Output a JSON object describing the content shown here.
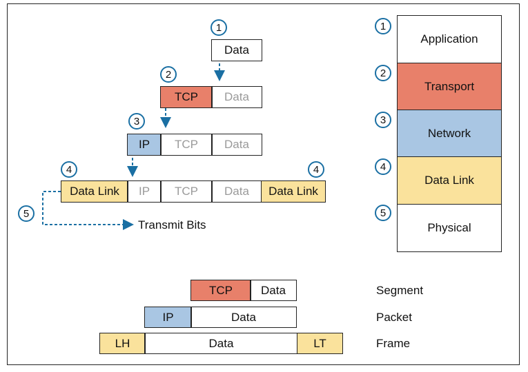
{
  "steps": [
    "1",
    "2",
    "3",
    "4",
    "4",
    "5"
  ],
  "row1": {
    "data": "Data"
  },
  "row2": {
    "tcp": "TCP",
    "data": "Data"
  },
  "row3": {
    "ip": "IP",
    "tcp": "TCP",
    "data": "Data"
  },
  "row4": {
    "dl_header": "Data Link",
    "ip": "IP",
    "tcp": "TCP",
    "data": "Data",
    "dl_trailer": "Data Link"
  },
  "transmit_label": "Transmit Bits",
  "layers": [
    {
      "num": "1",
      "name": "Application"
    },
    {
      "num": "2",
      "name": "Transport"
    },
    {
      "num": "3",
      "name": "Network"
    },
    {
      "num": "4",
      "name": "Data Link"
    },
    {
      "num": "5",
      "name": "Physical"
    }
  ],
  "pdus": {
    "segment": {
      "tcp": "TCP",
      "data": "Data",
      "name": "Segment"
    },
    "packet": {
      "ip": "IP",
      "data": "Data",
      "name": "Packet"
    },
    "frame": {
      "lh": "LH",
      "data": "Data",
      "lt": "LT",
      "name": "Frame"
    }
  },
  "colors": {
    "tcp": "#e8806a",
    "ip": "#a9c6e3",
    "data_link": "#fae29c",
    "arrow": "#1a6fa3"
  }
}
